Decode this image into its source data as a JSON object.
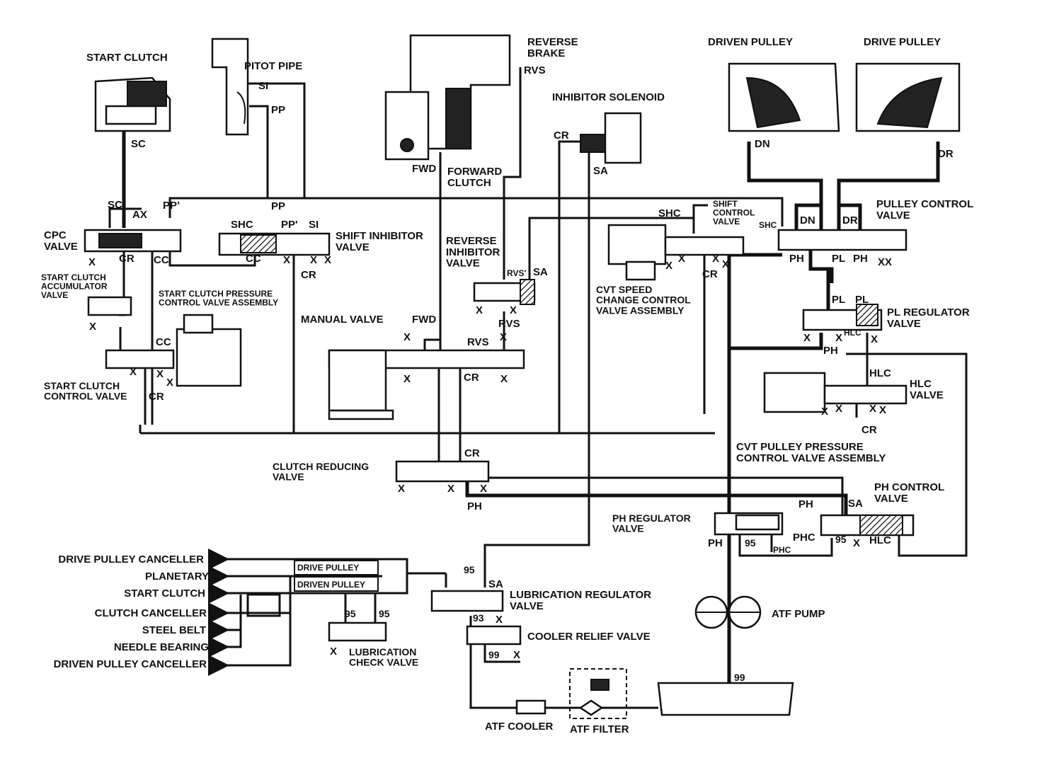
{
  "components": {
    "start_clutch": "START CLUTCH",
    "pitot_pipe": "PITOT PIPE",
    "reverse_brake": "REVERSE\nBRAKE",
    "inhibitor_solenoid": "INHIBITOR SOLENOID",
    "driven_pulley": "DRIVEN PULLEY",
    "drive_pulley": "DRIVE PULLEY",
    "forward_clutch": "FORWARD\nCLUTCH",
    "cpc_valve": "CPC\nVALVE",
    "shift_inhibitor_valve": "SHIFT INHIBITOR\nVALVE",
    "reverse_inhibitor_valve": "REVERSE\nINHIBITOR\nVALVE",
    "shift_control_valve": "SHIFT\nCONTROL\nVALVE",
    "pulley_control_valve": "PULLEY CONTROL\nVALVE",
    "start_clutch_accumulator_valve": "START CLUTCH\nACCUMULATOR\nVALVE",
    "start_clutch_pressure_control_valve_assembly": "START CLUTCH PRESSURE\nCONTROL VALVE ASSEMBLY",
    "manual_valve": "MANUAL VALVE",
    "cvt_speed_change_control_valve_assembly": "CVT SPEED\nCHANGE CONTROL\nVALVE ASSEMBLY",
    "pl_regulator_valve": "PL REGULATOR\nVALVE",
    "start_clutch_control_valve": "START CLUTCH\nCONTROL VALVE",
    "hlc_valve": "HLC\nVALVE",
    "cvt_pulley_pressure_control_valve_assembly": "CVT PULLEY PRESSURE\nCONTROL VALVE ASSEMBLY",
    "clutch_reducing_valve": "CLUTCH REDUCING\nVALVE",
    "ph_control_valve": "PH CONTROL\nVALVE",
    "ph_regulator_valve": "PH REGULATOR\nVALVE",
    "lubrication_regulator_valve": "LUBRICATION REGULATOR\nVALVE",
    "atf_pump": "ATF PUMP",
    "cooler_relief_valve": "COOLER RELIEF VALVE",
    "lubrication_check_valve": "LUBRICATION\nCHECK VALVE",
    "atf_cooler": "ATF COOLER",
    "atf_filter": "ATF FILTER"
  },
  "lubrication_outputs": [
    "DRIVE PULLEY CANCELLER",
    "PLANETARY",
    "START CLUTCH",
    "CLUTCH CANCELLER",
    "STEEL BELT",
    "NEEDLE BEARING",
    "DRIVEN PULLEY CANCELLER"
  ],
  "line_labels": {
    "drive_pulley_line": "DRIVE PULLEY",
    "driven_pulley_line": "DRIVEN PULLEY"
  },
  "circuit_codes": {
    "SC": "SC",
    "SI": "SI",
    "PP": "PP",
    "PPp": "PP’",
    "PPp2": "PP'",
    "AX": "AX",
    "CR": "CR",
    "CC": "CC",
    "SHC": "SHC",
    "X": "X",
    "XX": "XX",
    "RVS": "RVS",
    "RVSp": "RVS'",
    "FWD": "FWD",
    "SA": "SA",
    "DN": "DN",
    "DR": "DR",
    "PH": "PH",
    "PL": "PL",
    "HLC": "HLC",
    "PHC": "PHC",
    "n95": "95",
    "n93": "93",
    "n99": "99"
  }
}
